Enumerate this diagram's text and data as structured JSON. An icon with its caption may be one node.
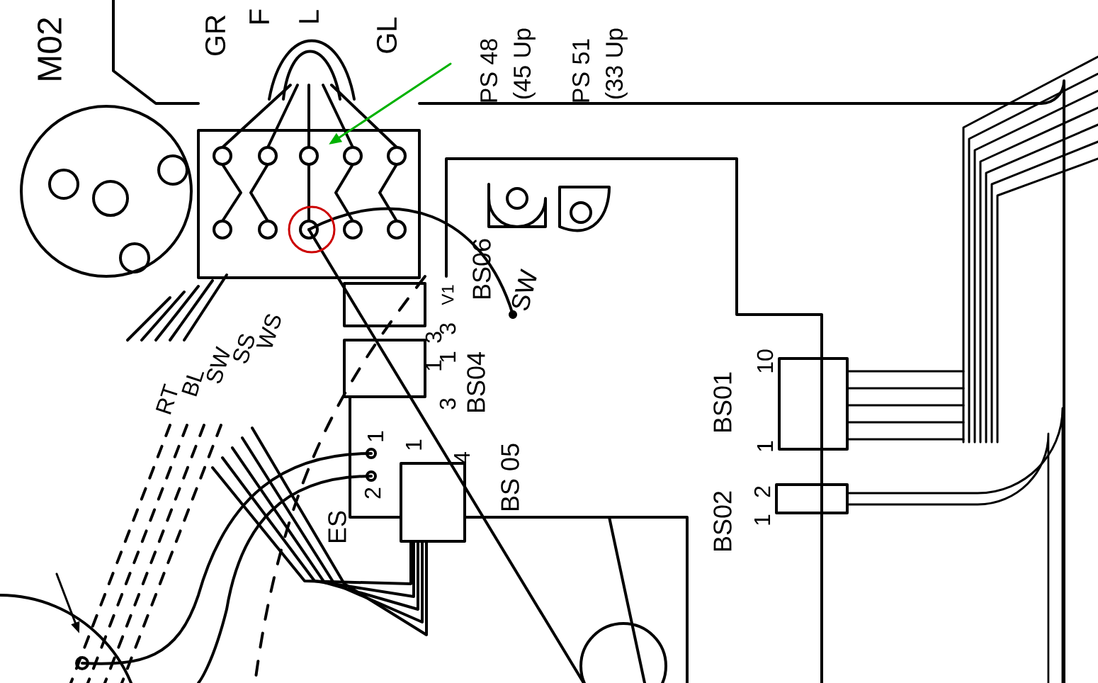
{
  "diagram": {
    "labels": [
      "M02",
      "GR",
      "F",
      "L",
      "GL",
      "PS 48",
      "(45 Up",
      "PS 51",
      "(33 Up",
      "SW",
      "BS06",
      "1",
      "3",
      "V1",
      "3",
      "1",
      "BS04",
      "3",
      "BS 05",
      "1",
      "4",
      "1",
      "2",
      "ES",
      "RT",
      "BL",
      "SW",
      "SS",
      "WS",
      "10",
      "BS01",
      "1",
      "2",
      "1",
      "BS02"
    ]
  }
}
